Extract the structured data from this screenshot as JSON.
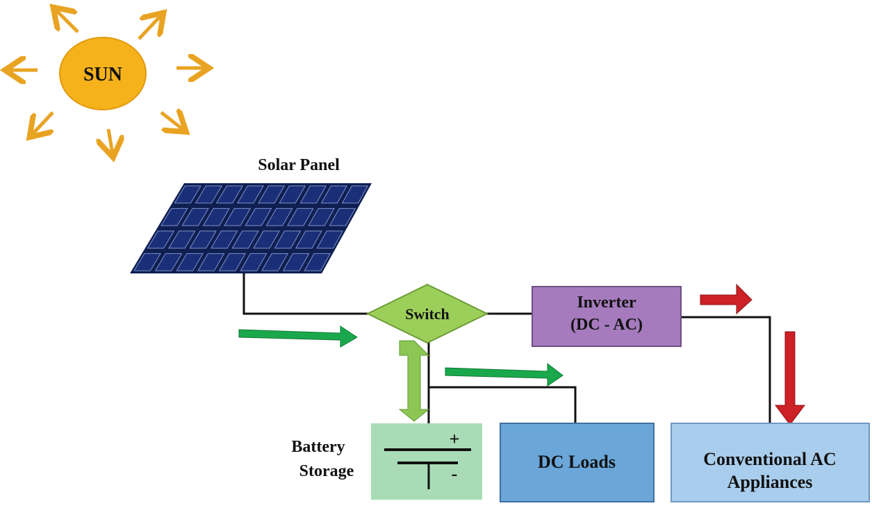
{
  "sun": {
    "label": "SUN",
    "color": "#f5b21b",
    "ray_color": "#e9a323"
  },
  "solar_panel": {
    "title": "Solar Panel",
    "frame_color": "#0f1f52",
    "cell_color": "#1b2f78",
    "grid_color": "#7f91c9"
  },
  "switch": {
    "label": "Switch",
    "color": "#9ccf5a",
    "stroke": "#6e9c36"
  },
  "inverter": {
    "line1": "Inverter",
    "line2": "(DC - AC)",
    "color": "#a57bbd",
    "stroke": "#6e4d82"
  },
  "battery": {
    "line1": "Battery",
    "line2": "Storage",
    "plus": "+",
    "minus": "-",
    "color": "#a9dcb6"
  },
  "dc_loads": {
    "label": "DC Loads",
    "color": "#6aa6d8",
    "stroke": "#3f6f9e"
  },
  "ac_appliances": {
    "line1": "Conventional AC",
    "line2": "Appliances",
    "color": "#a9cdec",
    "stroke": "#6f98bf"
  },
  "arrows": {
    "dc_flow_color": "#1aa84c",
    "ac_flow_color": "#cc2127",
    "battery_flow_color": "#8cc653"
  },
  "wire_color": "#111111"
}
